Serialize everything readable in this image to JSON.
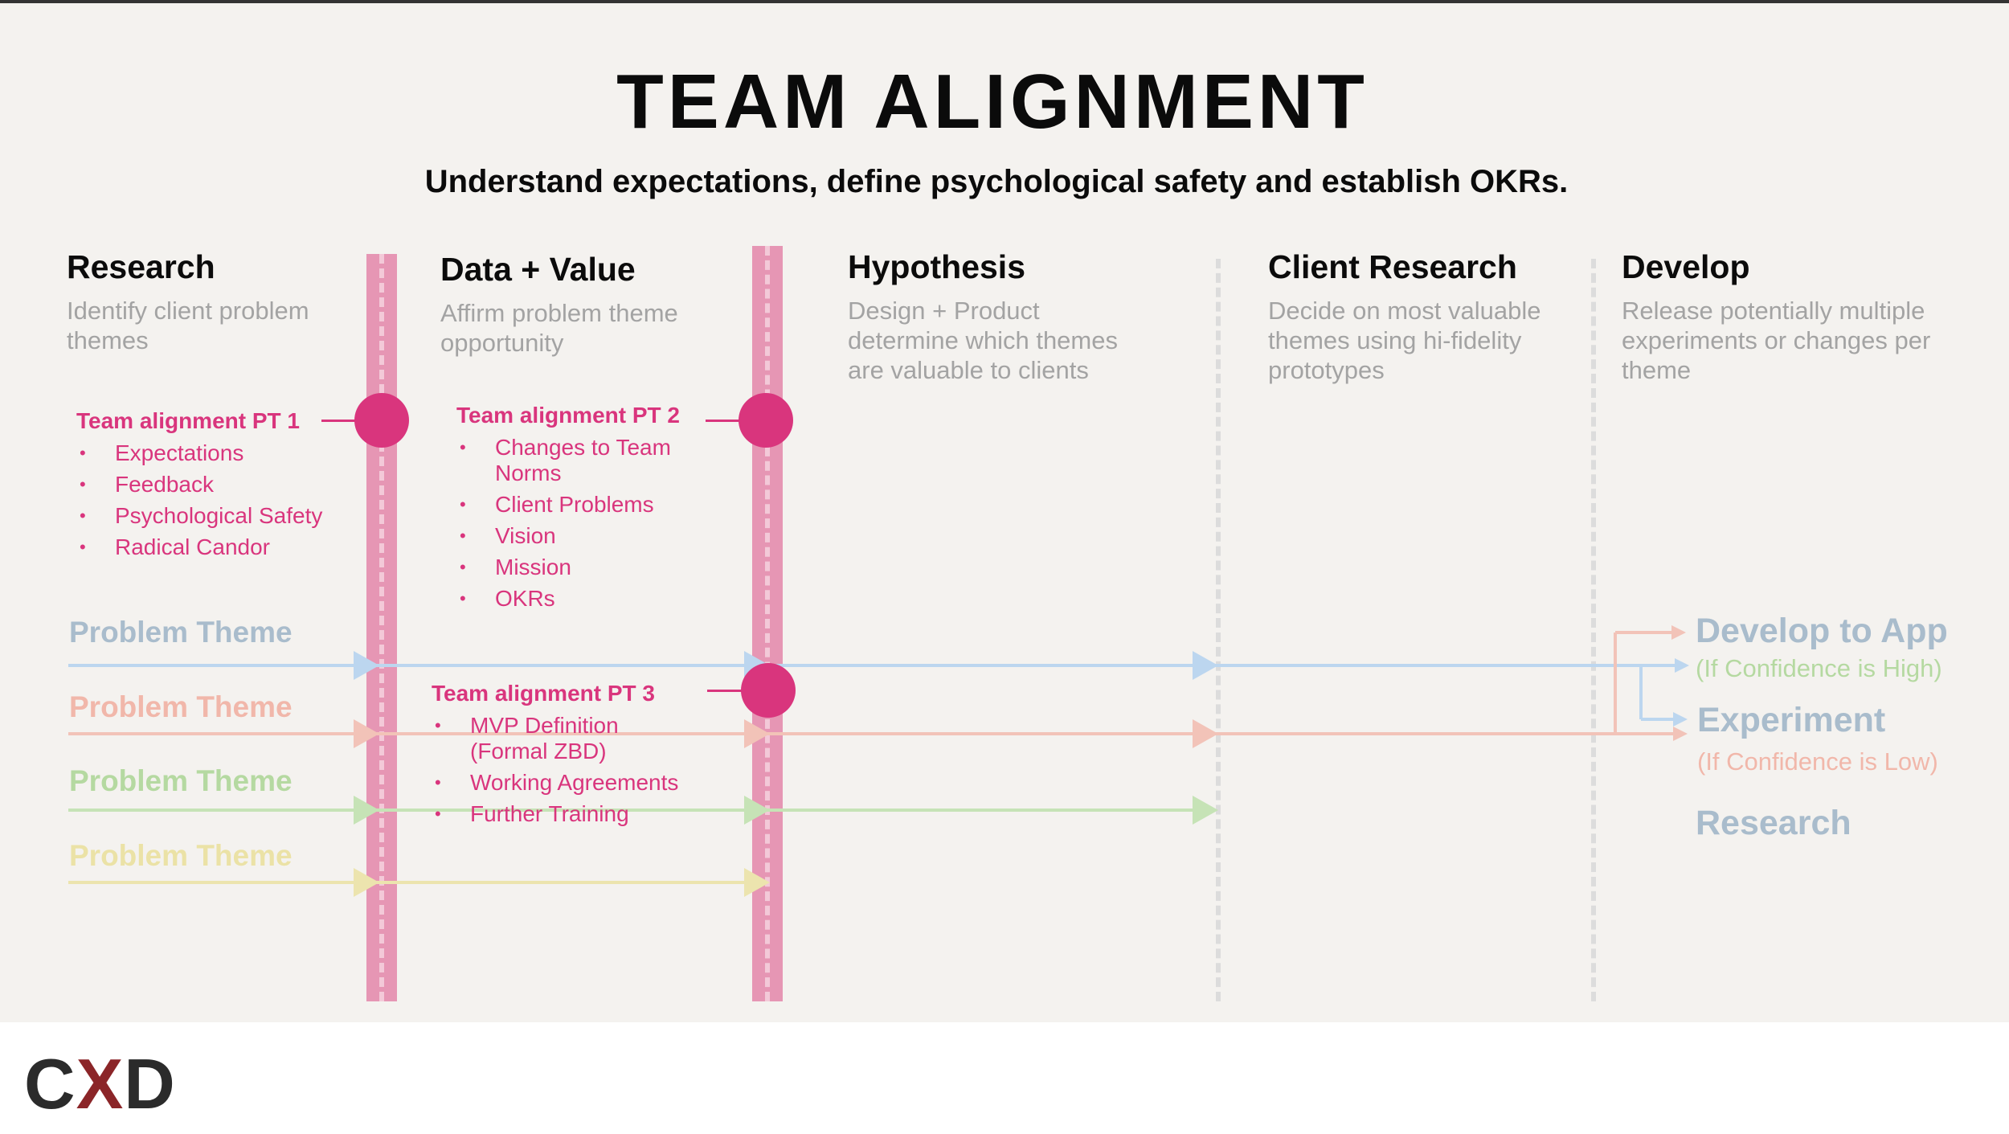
{
  "header": {
    "title": "TEAM ALIGNMENT",
    "subtitle": "Understand expectations, define psychological safety and establish OKRs."
  },
  "columns": [
    {
      "title": "Research",
      "description": "Identify client problem themes"
    },
    {
      "title": "Data + Value",
      "description": "Affirm problem theme opportunity"
    },
    {
      "title": "Hypothesis",
      "description": "Design + Product determine which themes are valuable to clients"
    },
    {
      "title": "Client Research",
      "description": "Decide on most valuable themes using hi-fidelity prototypes"
    },
    {
      "title": "Develop",
      "description": "Release potentially multiple experiments or changes per theme"
    }
  ],
  "team_alignment": [
    {
      "title": "Team alignment PT 1",
      "items": [
        "Expectations",
        "Feedback",
        "Psychological Safety",
        "Radical Candor"
      ]
    },
    {
      "title": "Team alignment PT 2",
      "items": [
        "Changes to Team Norms",
        "Client Problems",
        "Vision",
        "Mission",
        "OKRs"
      ]
    },
    {
      "title": "Team alignment PT 3",
      "items": [
        "MVP Definition (Formal ZBD)",
        "Working Agreements",
        "Further Training"
      ]
    }
  ],
  "problem_themes": [
    {
      "label": "Problem Theme",
      "color": "#a9bccc",
      "line_color": "#bcd6ef",
      "ends_at_stage": "Develop"
    },
    {
      "label": "Problem Theme",
      "color": "#f1b7aa",
      "line_color": "#f2c3b8",
      "ends_at_stage": "Develop"
    },
    {
      "label": "Problem Theme",
      "color": "#b5d9a1",
      "line_color": "#c6e3b6",
      "ends_at_stage": "Client Research"
    },
    {
      "label": "Problem Theme",
      "color": "#ebe2a6",
      "line_color": "#ece4ae",
      "ends_at_stage": "Hypothesis"
    }
  ],
  "outcomes": [
    {
      "label": "Develop to App",
      "label_color": "#a9bccc",
      "note": "(If Confidence is High)",
      "note_color": "#b5d9a1"
    },
    {
      "label": "Experiment",
      "label_color": "#a9bccc",
      "note": "(If Confidence is Low)",
      "note_color": "#f1b7aa"
    },
    {
      "label": "Research",
      "label_color": "#a9bccc",
      "note": "",
      "note_color": "#a9bccc"
    }
  ],
  "colors": {
    "accent": "#d9357d",
    "bar": "#e27ea5",
    "background": "#f4f2ef"
  },
  "logo": {
    "part1": "C",
    "part2": "X",
    "part3": "D"
  }
}
